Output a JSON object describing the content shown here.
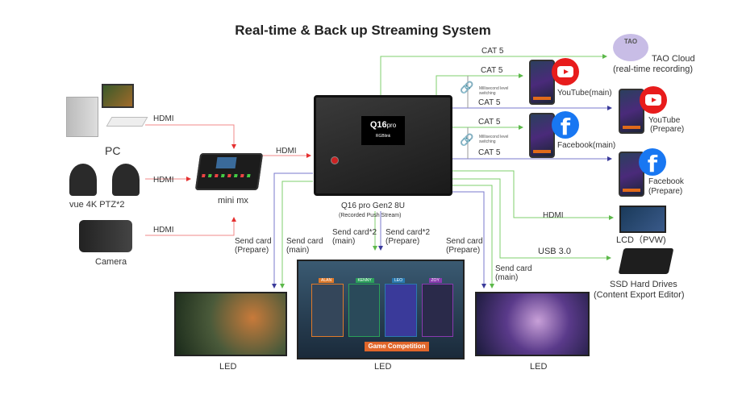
{
  "title": "Real-time & Back up Streaming System",
  "sources": {
    "pc": "PC",
    "ptz": "vue 4K PTZ*2",
    "camera": "Camera"
  },
  "links": {
    "hdmi_pc": "HDMI",
    "hdmi_ptz": "HDMI",
    "hdmi_camera": "HDMI",
    "hdmi_mixer": "HDMI",
    "hdmi_lcd": "HDMI",
    "usb": "USB 3.0",
    "cat5_tao": "CAT 5",
    "cat5_yt_main": "CAT 5",
    "cat5_yt_prep": "CAT 5",
    "cat5_fb_main": "CAT 5",
    "cat5_fb_prep": "CAT 5",
    "switching_1": "Millisecond level switching",
    "switching_2": "Millisecond level switching"
  },
  "mixer": {
    "label": "mini mx"
  },
  "processor": {
    "screen_brand": "Q16",
    "screen_sub": "pro",
    "screen_logo": "RGBlink",
    "name": "Q16 pro Gen2 8U",
    "subtitle": "(Recorded Push Stream)"
  },
  "outputs": {
    "tao": {
      "name": "TAO Cloud",
      "sub": "(real-time recording)",
      "logo": "TAO"
    },
    "yt_main": "YouTube(main)",
    "yt_prep": {
      "name": "YouTube",
      "sub": "(Prepare)"
    },
    "fb_main": "Facebook(main)",
    "fb_prep": {
      "name": "Facebook",
      "sub": "(Prepare)"
    },
    "lcd": "LCD（PVW)",
    "ssd": {
      "name": "SSD Hard Drives",
      "sub": "(Content Export Editor)"
    }
  },
  "send_cards": {
    "left_prep": [
      "Send card",
      "(Prepare)"
    ],
    "left_main": [
      "Send card",
      "(main)"
    ],
    "center_main": [
      "Send card*2",
      "(main)"
    ],
    "center_prep": [
      "Send card*2",
      "(Prepare)"
    ],
    "right_prep": [
      "Send card",
      "(Prepare)"
    ],
    "right_main": [
      "Send card",
      "(main)"
    ]
  },
  "leds": {
    "left": "LED",
    "center": "LED",
    "right": "LED"
  },
  "center_screen": {
    "players": [
      "ALAN",
      "KENNY",
      "LEO",
      "ZOY"
    ],
    "banner": "Game Competition"
  },
  "colors": {
    "hdmi": "#f06060",
    "main": "#6cc45a",
    "prepare": "#4a4aa8"
  }
}
